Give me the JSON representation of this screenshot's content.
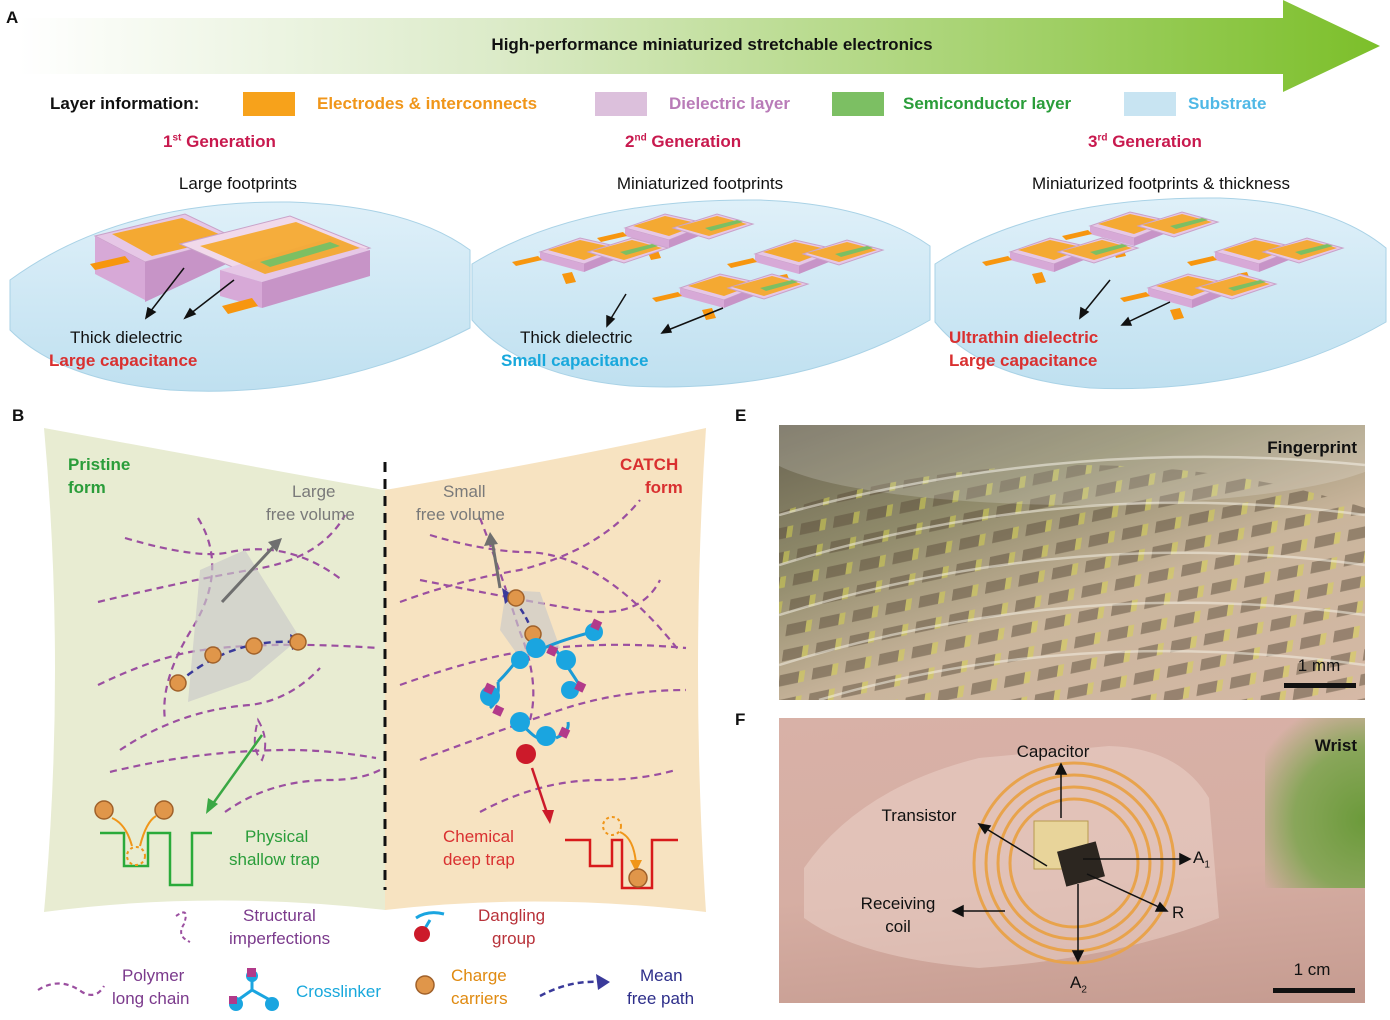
{
  "panels": {
    "a": "A",
    "b": "B",
    "e": "E",
    "f": "F"
  },
  "banner": {
    "title": "High-performance miniaturized stretchable electronics"
  },
  "legend": {
    "title": "Layer information:",
    "items": [
      {
        "label": "Electrodes & interconnects",
        "color": "#f7a21b"
      },
      {
        "label": "Dielectric layer",
        "color": "#dcc0dc"
      },
      {
        "label": "Semiconductor layer",
        "color": "#7cbf63"
      },
      {
        "label": "Substrate",
        "color": "#c8e4f2"
      }
    ]
  },
  "generations": [
    {
      "num": "1",
      "sup": "st",
      "word": " Generation",
      "footprint": "Large footprints",
      "note1": "Thick dielectric",
      "note2": "Large capacitance"
    },
    {
      "num": "2",
      "sup": "nd",
      "word": " Generation",
      "footprint": "Miniaturized footprints",
      "note1": "Thick dielectric",
      "note2": "Small capacitance"
    },
    {
      "num": "3",
      "sup": "rd",
      "word": " Generation",
      "footprint": "Miniaturized footprints & thickness",
      "note1": "Ultrathin dielectric",
      "note2": "Large capacitance"
    }
  ],
  "panel_b": {
    "pristine": {
      "line1": "Pristine",
      "line2": "form"
    },
    "catch": {
      "line1": "CATCH",
      "line2": "form"
    },
    "large_fv": {
      "line1": "Large",
      "line2": "free volume"
    },
    "small_fv": {
      "line1": "Small",
      "line2": "free volume"
    },
    "physical": {
      "line1": "Physical",
      "line2": "shallow trap"
    },
    "chemical": {
      "line1": "Chemical",
      "line2": "deep trap"
    },
    "legend": {
      "structural": {
        "line1": "Structural",
        "line2": "imperfections"
      },
      "dangling": {
        "line1": "Dangling",
        "line2": "group"
      },
      "polymer": {
        "line1": "Polymer",
        "line2": "long chain"
      },
      "crosslinker": "Crosslinker",
      "charge": {
        "line1": "Charge",
        "line2": "carriers"
      },
      "mean": {
        "line1": "Mean",
        "line2": "free path"
      }
    }
  },
  "panel_e": {
    "label": "Fingerprint",
    "scale": "1 mm"
  },
  "panel_f": {
    "label": "Wrist",
    "capacitor": "Capacitor",
    "transistor": "Transistor",
    "receiving_line1": "Receiving",
    "receiving_line2": "coil",
    "a1": "A",
    "a1_sub": "1",
    "a2": "A",
    "a2_sub": "2",
    "r": "R",
    "scale": "1 cm"
  }
}
